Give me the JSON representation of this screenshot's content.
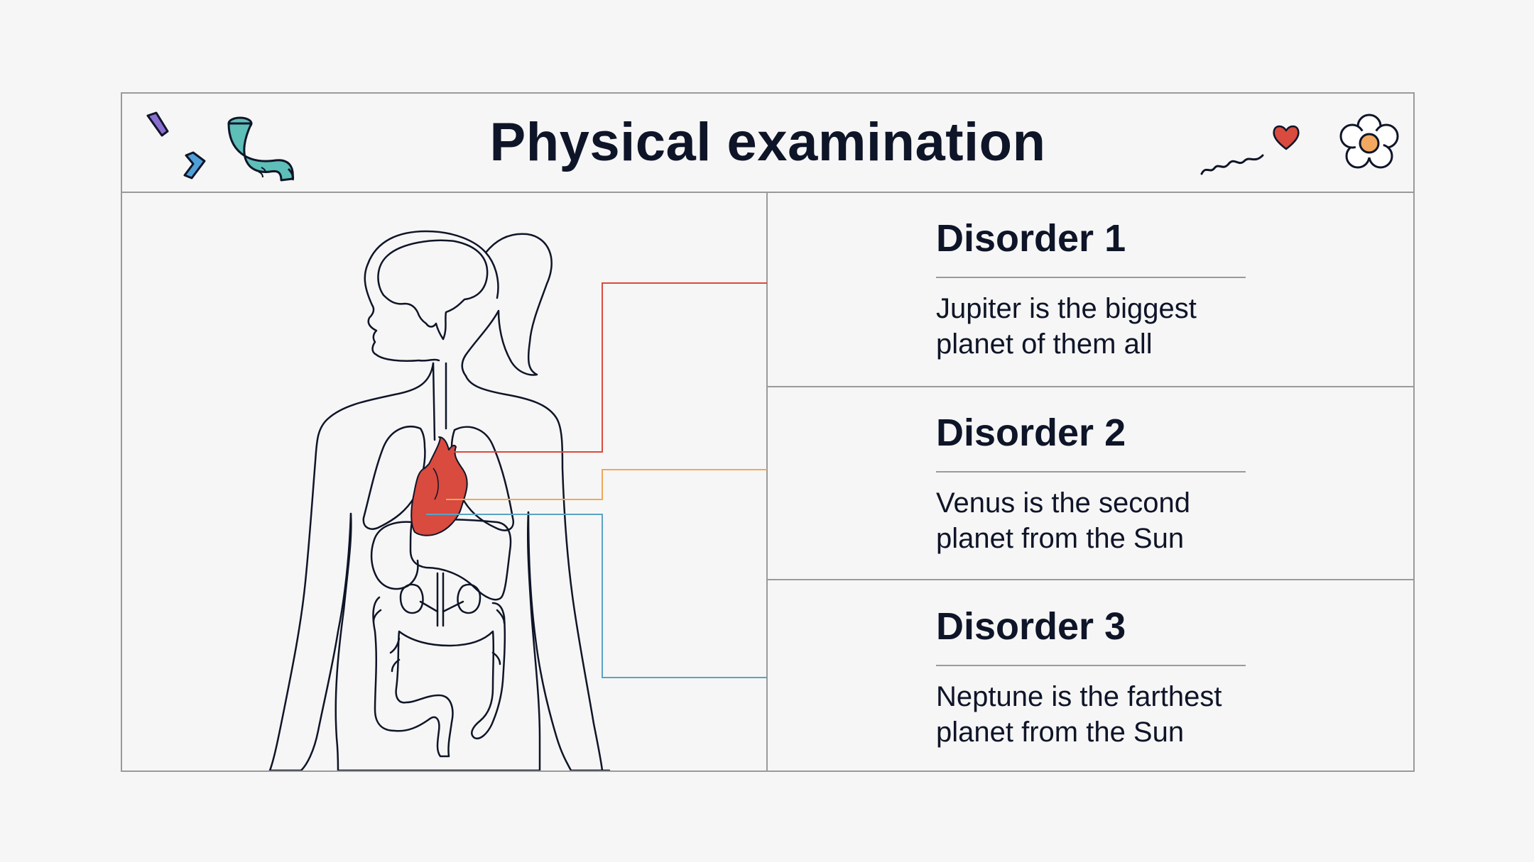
{
  "slide": {
    "title": "Physical examination"
  },
  "disorders": [
    {
      "title": "Disorder 1",
      "description": "Jupiter is the biggest planet of them all",
      "line_color": "#d94a3f"
    },
    {
      "title": "Disorder 2",
      "description": "Venus is the second planet from the Sun",
      "line_color": "#f0a85a"
    },
    {
      "title": "Disorder 3",
      "description": "Neptune is the farthest planet from the Sun",
      "line_color": "#5aa3c6"
    }
  ],
  "decorations": {
    "left": [
      "confetti-icon",
      "tube-icon"
    ],
    "right": [
      "squiggle-icon",
      "heart-icon",
      "flower-icon"
    ],
    "colors": {
      "heart_organ": "#d94a3f",
      "tube": "#5dbfb8",
      "confetti_purple": "#8a6fd1",
      "confetti_blue": "#4f9fd9",
      "flower_center": "#f2a860",
      "outline": "#0f1528"
    }
  }
}
